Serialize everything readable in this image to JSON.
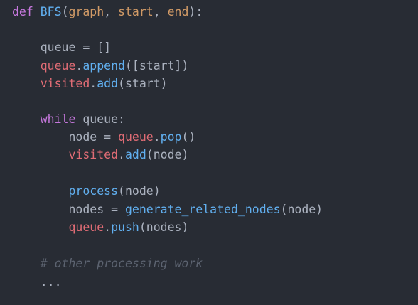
{
  "code": {
    "line1": {
      "kw": "def",
      "space": " ",
      "fname": "BFS",
      "open": "(",
      "p1": "graph",
      "sep1": ", ",
      "p2": "start",
      "sep2": ", ",
      "p3": "end",
      "close": "):"
    },
    "line2": {
      "indent": "    ",
      "text": "queue = []"
    },
    "line3": {
      "indent": "    ",
      "obj": "queue",
      "dot": ".",
      "method": "append",
      "args": "([start])"
    },
    "line4": {
      "indent": "    ",
      "obj": "visited",
      "dot": ".",
      "method": "add",
      "args": "(start)"
    },
    "line5": {
      "indent": "    ",
      "kw": "while",
      "rest": " queue:"
    },
    "line6": {
      "indent": "        ",
      "pre": "node = ",
      "obj": "queue",
      "dot": ".",
      "method": "pop",
      "args": "()"
    },
    "line7": {
      "indent": "        ",
      "obj": "visited",
      "dot": ".",
      "method": "add",
      "args": "(node)"
    },
    "line8": {
      "indent": "        ",
      "fn": "process",
      "args": "(node)"
    },
    "line9": {
      "indent": "        ",
      "pre": "nodes = ",
      "fn": "generate_related_nodes",
      "args": "(node)"
    },
    "line10": {
      "indent": "        ",
      "obj": "queue",
      "dot": ".",
      "method": "push",
      "args": "(nodes)"
    },
    "line11": {
      "indent": "    ",
      "comment": "# other processing work"
    },
    "line12": {
      "indent": "    ",
      "text": "..."
    }
  },
  "colors": {
    "background": "#282c34",
    "keyword": "#c678dd",
    "function": "#61afef",
    "parameter": "#d19a66",
    "variable": "#e06c75",
    "text": "#abb2bf",
    "comment": "#5c6370"
  }
}
